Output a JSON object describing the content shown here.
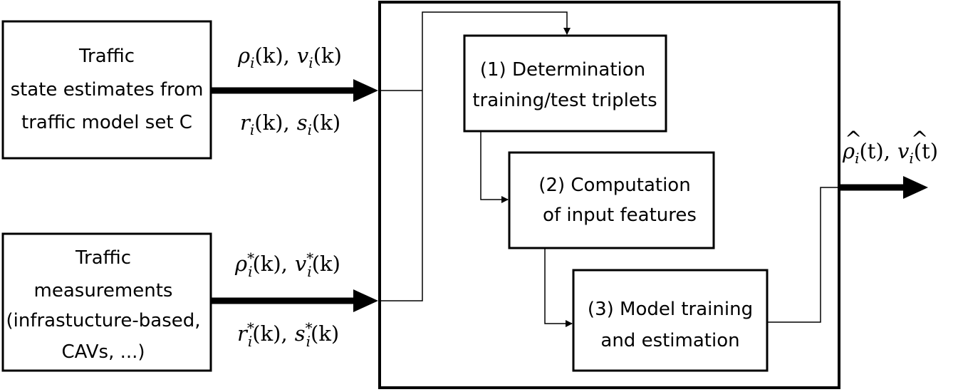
{
  "inputs": {
    "model_box": {
      "lines": [
        "Traffic",
        "state estimates from",
        "traffic model set C"
      ]
    },
    "measurement_box": {
      "lines": [
        "Traffic",
        "measurements",
        "(infrastucture-based,",
        "CAVs, ...)"
      ]
    }
  },
  "signals": {
    "model_top": {
      "rho": "ρ",
      "v": "v",
      "index": "i",
      "arg": "(k)"
    },
    "model_bottom": {
      "r": "r",
      "s": "s",
      "index": "i",
      "arg": "(k)"
    },
    "meas_top": {
      "rho": "ρ",
      "v": "v",
      "index": "i",
      "star": "*",
      "arg": "(k)"
    },
    "meas_bottom": {
      "r": "r",
      "s": "s",
      "index": "i",
      "star": "*",
      "arg": "(k)"
    },
    "output": {
      "rho": "ρ",
      "v": "v",
      "hat": "^",
      "index": "i",
      "arg": "(t)"
    }
  },
  "steps": [
    {
      "lines": [
        "(1) Determination",
        "training/test triplets"
      ]
    },
    {
      "lines": [
        "(2) Computation",
        "of input features"
      ]
    },
    {
      "lines": [
        "(3) Model training",
        "and estimation"
      ]
    }
  ],
  "separator": ","
}
